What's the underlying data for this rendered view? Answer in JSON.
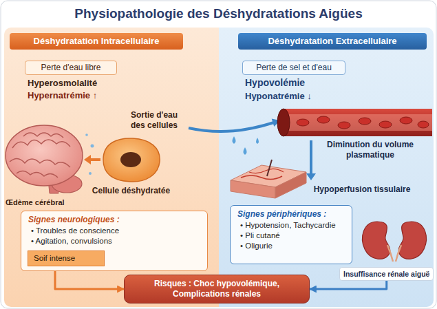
{
  "diagram": {
    "title": "Physiopathologie des Déshydratations Aigües",
    "nodes": [
      {
        "text": [
          "Déshydratation Intracellulaire"
        ]
      },
      {
        "text": [
          "Perte d'eau libre"
        ],
        "in": 0
      },
      {
        "text": [
          "Signes neurologiques :",
          "• Troubles de conscience",
          "• Agitation, convulsions"
        ],
        "in": 0
      },
      {
        "text": [
          "Soif intense"
        ],
        "in": 2
      },
      {
        "text": [
          "Déshydratation Extracellulaire"
        ]
      },
      {
        "text": [
          "Perte de sel et d'eau"
        ],
        "in": 4
      },
      {
        "text": [
          "Signes périphériques :",
          "• Hypotension, Tachycardie",
          "• Pli cutané",
          "• Oligurie"
        ],
        "in": 4
      },
      {
        "text": [
          "Insuffisance rénale aiguë"
        ],
        "in": 4
      },
      {
        "text": [
          "Risques : Choc hypovolémique, Complications rénales"
        ]
      }
    ],
    "edges": [
      {
        "from": 2,
        "to": 8,
        "arrow": "to"
      },
      {
        "from": 7,
        "to": 8,
        "arrow": "to"
      }
    ],
    "labels": [
      "Hyperosmolalité",
      "Hypernatrémie ↑",
      "Œdème cérébral",
      "Sortie d'eau des cellules",
      "Cellule déshydratée",
      "Hypovolémie",
      "Hyponatrémie ↓",
      "Diminution du volume plasmatique",
      "Hypoperfusion tissulaire"
    ]
  }
}
